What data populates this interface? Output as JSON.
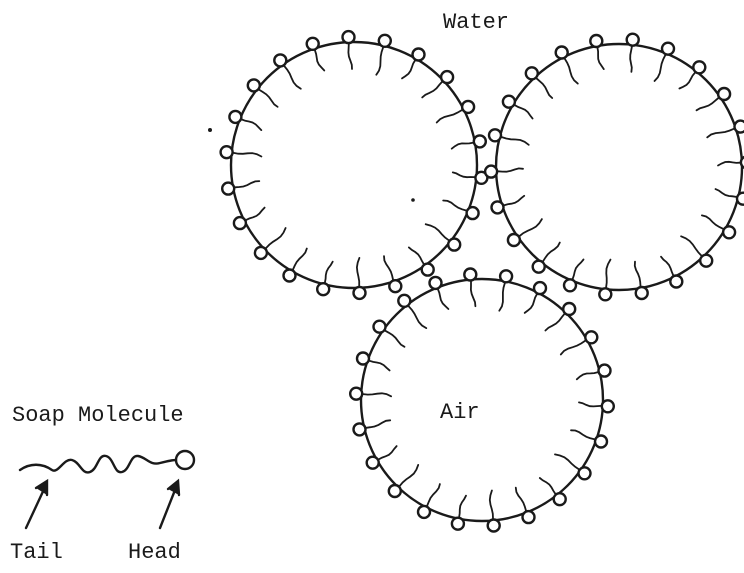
{
  "labels": {
    "water": "Water",
    "air": "Air",
    "soap_molecule": "Soap Molecule",
    "tail": "Tail",
    "head": "Head"
  },
  "colors": {
    "ink": "#1a1a1a",
    "background": "#ffffff"
  }
}
